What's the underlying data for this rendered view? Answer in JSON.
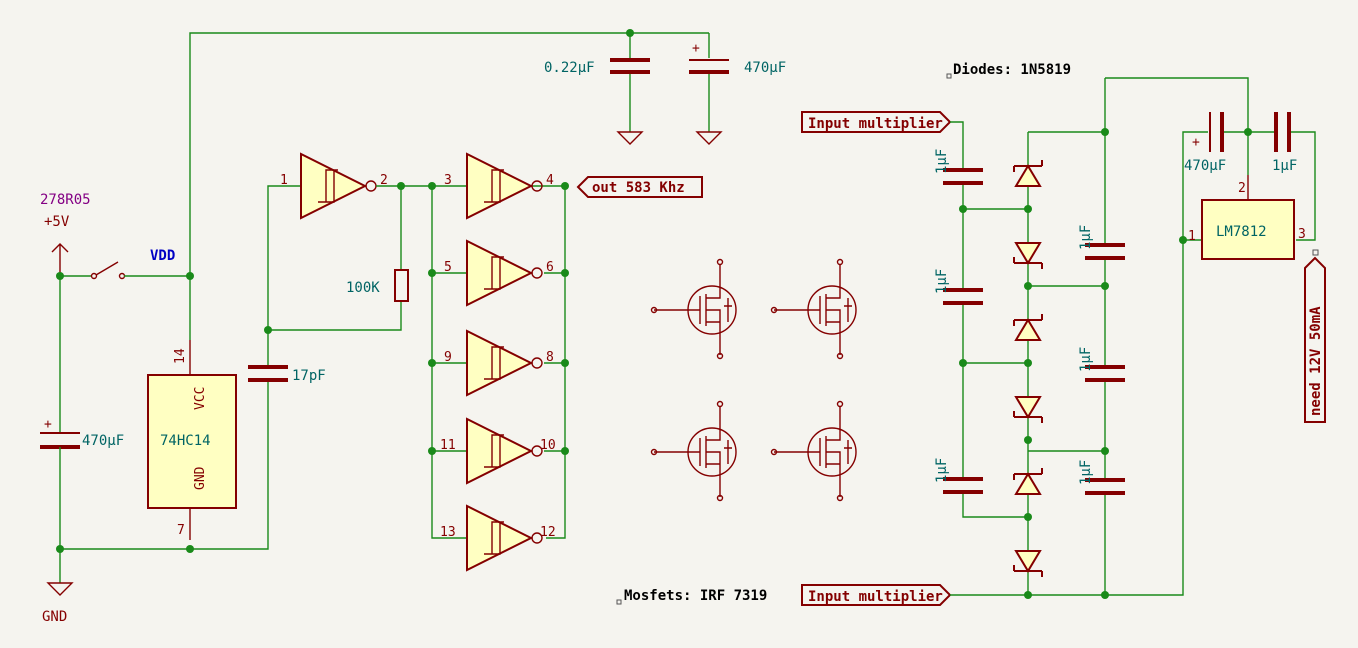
{
  "schematic": {
    "power": {
      "reg_ref": "278R05",
      "vplus": "+5V",
      "gnd": "GND",
      "vdd_net": "VDD"
    },
    "ic": {
      "name": "74HC14",
      "vcc": "VCC",
      "gnd": "GND",
      "pin_vcc": "14",
      "pin_gnd": "7"
    },
    "passives": {
      "c_bulk_left": "470µF",
      "c_top_small": "0.22µF",
      "c_top_bulk": "470µF",
      "r_feedback": "100K",
      "c_timing": "17pF",
      "c_reg_in": "470µF",
      "c_reg_out": "1µF",
      "c_mult": "1µF"
    },
    "gates": {
      "g1": {
        "in": "1",
        "out": "2"
      },
      "g2": {
        "in": "3",
        "out": "4"
      },
      "g3": {
        "in": "5",
        "out": "6"
      },
      "g4": {
        "in": "9",
        "out": "8"
      },
      "g5": {
        "in": "11",
        "out": "10"
      },
      "g6": {
        "in": "13",
        "out": "12"
      }
    },
    "labels": {
      "out": "out 583 Khz",
      "input_mult_top": "Input multiplier",
      "input_mult_bottom": "Input multiplier",
      "need": "need 12V 50mA"
    },
    "notes": {
      "diodes": "Diodes: 1N5819",
      "mosfets": "Mosfets: IRF 7319"
    },
    "regulator": {
      "name": "LM7812",
      "pin_in": "1",
      "pin_gnd": "2",
      "pin_out": "3"
    }
  }
}
